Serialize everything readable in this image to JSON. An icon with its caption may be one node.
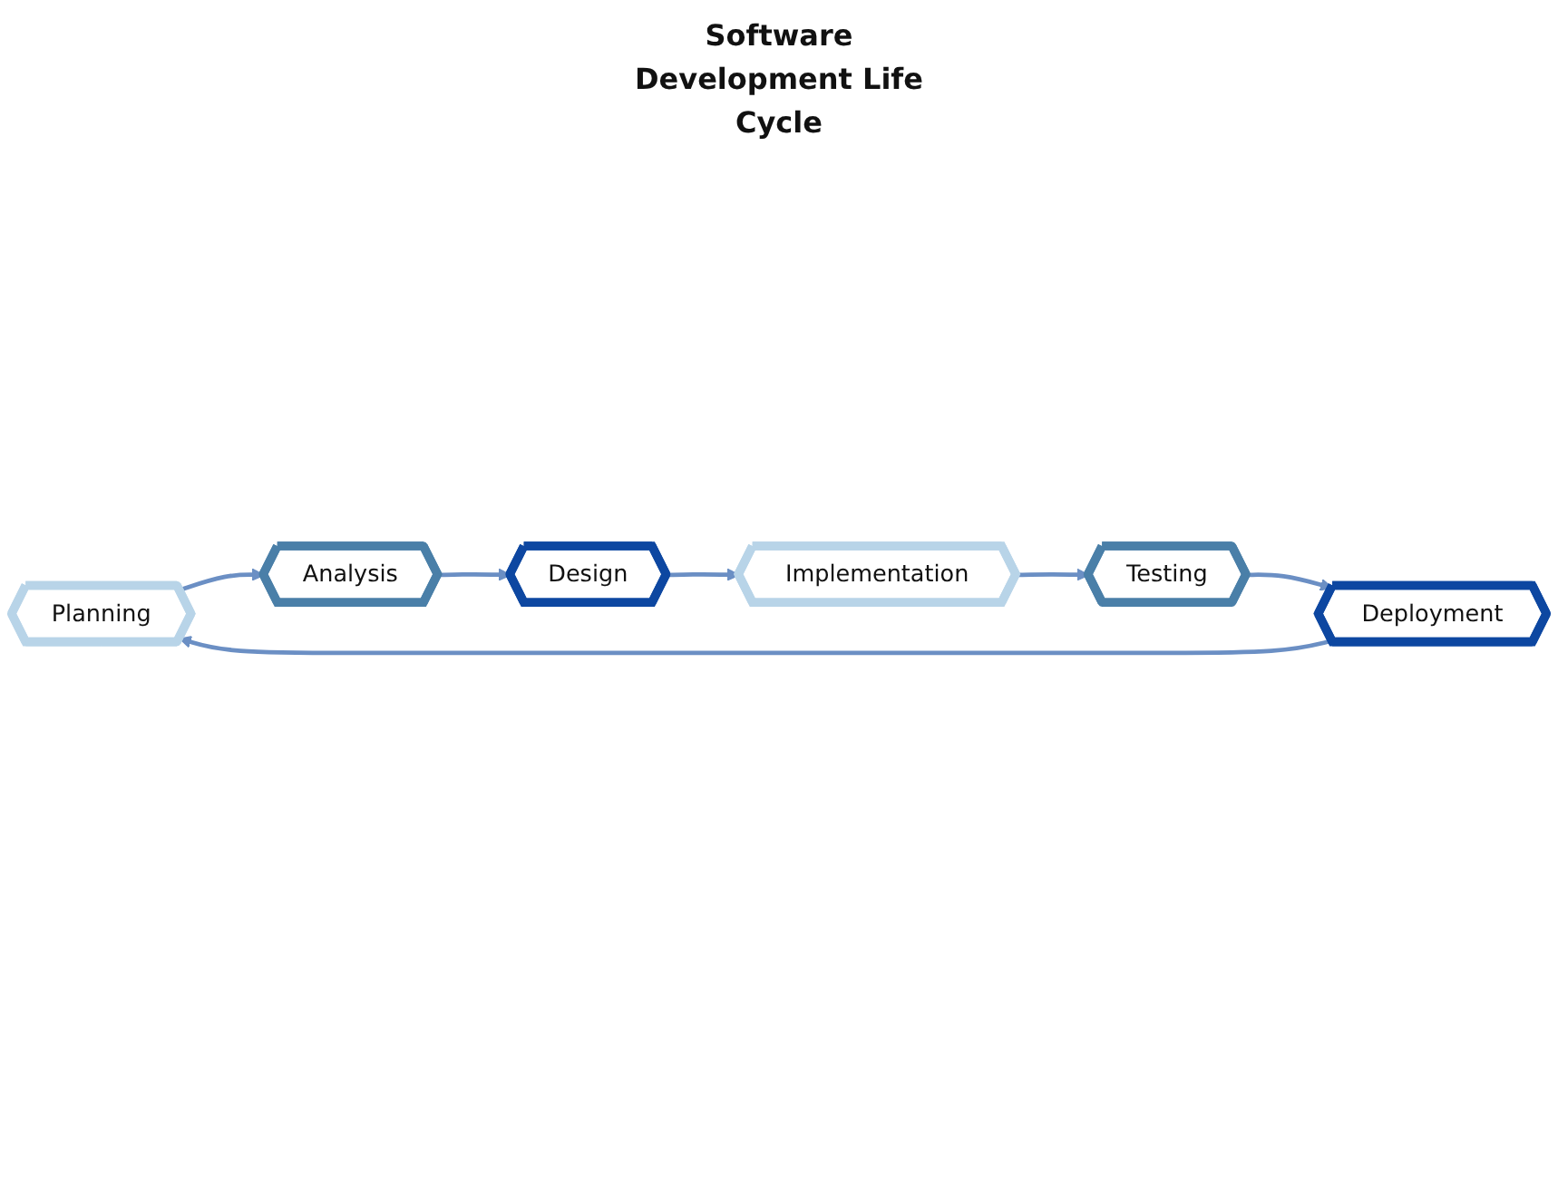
{
  "diagram": {
    "nodes": [
      {
        "text": [
          "Planning"
        ]
      },
      {
        "text": [
          "Analysis"
        ]
      },
      {
        "text": [
          "Design"
        ]
      },
      {
        "text": [
          "Implementation"
        ]
      },
      {
        "text": [
          "Testing"
        ]
      },
      {
        "text": [
          "Deployment"
        ]
      }
    ],
    "edges": [
      {
        "from": 0,
        "to": 1,
        "arrow": "to"
      },
      {
        "from": 1,
        "to": 2,
        "arrow": "to"
      },
      {
        "from": 2,
        "to": 3,
        "arrow": "to"
      },
      {
        "from": 3,
        "to": 4,
        "arrow": "to"
      },
      {
        "from": 4,
        "to": 5,
        "arrow": "to"
      },
      {
        "from": 5,
        "to": 0,
        "arrow": "to"
      }
    ],
    "labels": [
      "Software Development Life Cycle"
    ]
  }
}
